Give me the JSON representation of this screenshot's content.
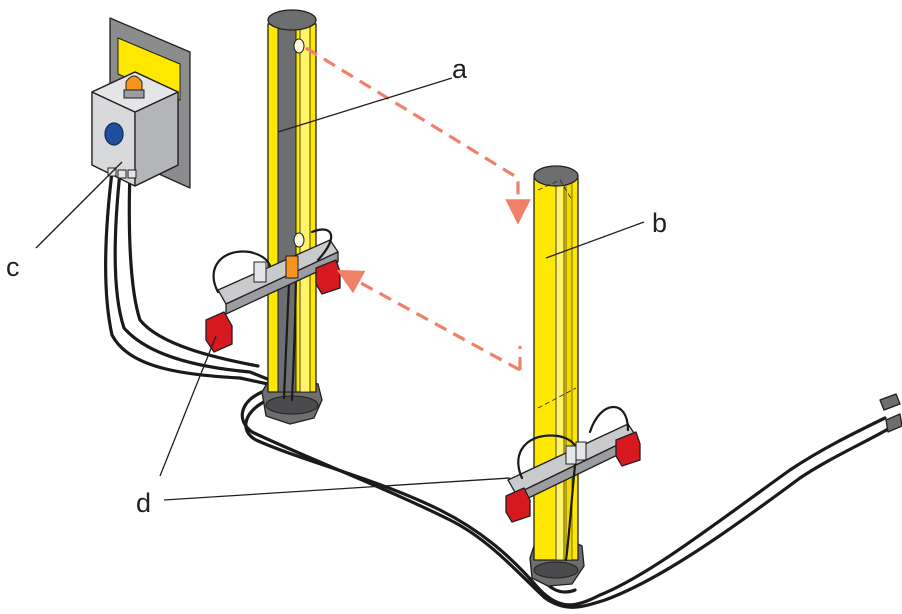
{
  "labels": {
    "a": "a",
    "b": "b",
    "c": "c",
    "d": "d"
  },
  "colors": {
    "column_yellow": "#ffe800",
    "beam": "#f08066",
    "mirror_red": "#d7191f",
    "signal_lamp": "#f7941d",
    "button_blue": "#1f4e9c",
    "box_grey": "#c8cacc",
    "cable": "#1a1a1a"
  }
}
